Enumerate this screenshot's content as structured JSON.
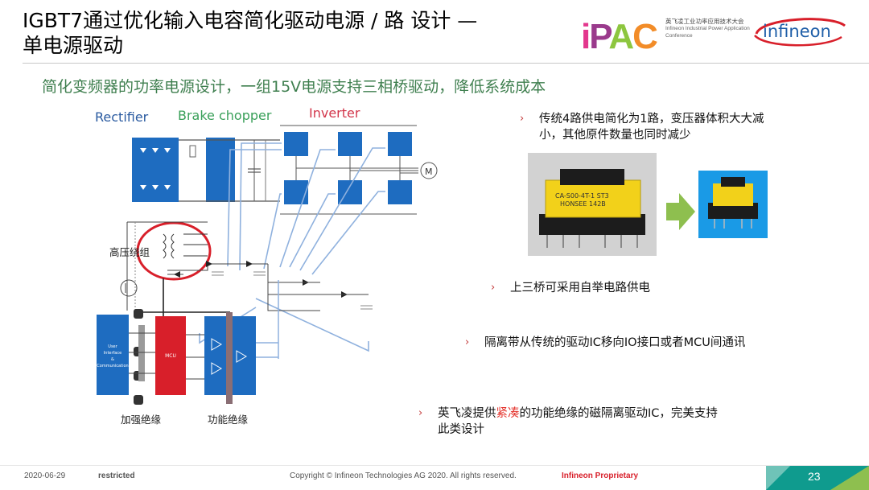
{
  "header": {
    "title_line1": "IGBT7通过优化输入电容简化驱动电源 / 路 设计 —",
    "title_line2": "单电源驱动",
    "subtitle": "简化变频器的功率电源设计，一组15V电源支持三相桥驱动，降低系统成本"
  },
  "logos": {
    "ipac_text": "iPAC",
    "ipac_sub_cn": "英飞凌工业功率应用技术大会",
    "ipac_sub_en": "Infineon Industrial Power Application Conference",
    "infineon": "infineon"
  },
  "diagram": {
    "label_rectifier": "Rectifier",
    "label_brake": "Brake chopper",
    "label_inverter": "Inverter",
    "label_motor": "M",
    "label_hv_winding": "高压绕组",
    "label_user_interface": "User Interface & Communication",
    "label_mcu": "MCU",
    "label_reinforced": "加强绝缘",
    "label_functional": "功能绝缘"
  },
  "bullets": [
    {
      "text": "传统4路供电简化为1路，变压器体积大大减小，其他原件数量也同时减少"
    },
    {
      "text": "上三桥可采用自举电路供电"
    },
    {
      "text": "隔离带从传统的驱动IC移向IO接口或者MCU间通讯"
    },
    {
      "text_before": "英飞凌提供",
      "text_highlight": "紧凑",
      "text_after": "的功能绝缘的磁隔离驱动IC，完美支持此类设计"
    }
  ],
  "photo": {
    "transformer_label_line1": "CA-S00-4T-1 ST3",
    "transformer_label_line2": "HONSEE 142B"
  },
  "footer": {
    "date": "2020-06-29",
    "classification": "restricted",
    "copyright": "Copyright © Infineon Technologies AG 2020. All rights reserved.",
    "proprietary_brand": "Infineon",
    "proprietary": "Proprietary",
    "page": "23"
  },
  "colors": {
    "subtitle_green": "#3f7f4f",
    "rectifier_blue": "#2a5aa0",
    "brake_green": "#3aa05a",
    "inverter_red": "#d2354a",
    "module_blue": "#1e6cc0",
    "mcu_red": "#d81f2a",
    "highlight_red": "#e4322b",
    "page_teal": "#0f9b8e"
  }
}
